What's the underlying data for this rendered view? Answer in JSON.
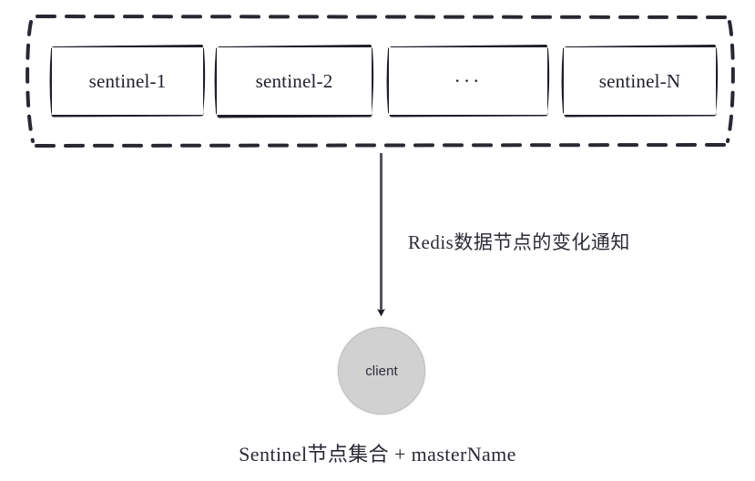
{
  "diagram": {
    "title": "Redis Sentinel client discovery diagram",
    "colors": {
      "stroke": "#23202c",
      "client_fill": "#d2d1d2",
      "client_stroke": "#bdbcbd",
      "background": "#ffffff",
      "text": "#2b2733"
    },
    "sentinel_group": {
      "name": "sentinel-cluster",
      "boxes": [
        {
          "label": "sentinel-1",
          "is_ellipsis": false
        },
        {
          "label": "sentinel-2",
          "is_ellipsis": false
        },
        {
          "label": "···",
          "is_ellipsis": true
        },
        {
          "label": "sentinel-N",
          "is_ellipsis": false
        }
      ]
    },
    "arrow": {
      "name": "notification-arrow",
      "direction": "down",
      "annotation": "Redis数据节点的变化通知"
    },
    "client": {
      "label": "client"
    },
    "caption": "Sentinel节点集合 + masterName"
  }
}
